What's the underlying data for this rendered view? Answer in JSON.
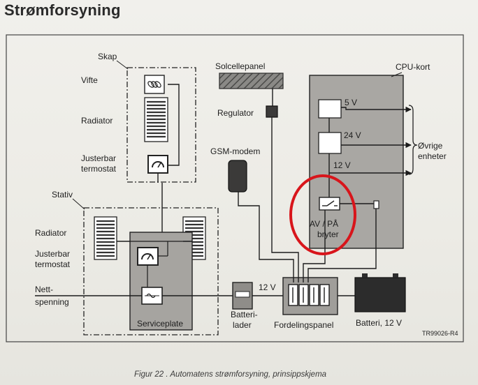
{
  "title": "Strømforsyning",
  "caption": "Figur 22 .  Automatens strømforsyning, prinsippskjema",
  "drawing_code": "TR99026-R4",
  "labels": {
    "skap": "Skap",
    "vifte": "Vifte",
    "radiator_skap": "Radiator",
    "justerbar_skap_1": "Justerbar",
    "justerbar_skap_2": "termostat",
    "stativ": "Stativ",
    "radiator_stativ": "Radiator",
    "justerbar_stativ_1": "Justerbar",
    "justerbar_stativ_2": "termostat",
    "nett_1": "Nett-",
    "nett_2": "spenning",
    "serviceplate": "Serviceplate",
    "solcellepanel": "Solcellepanel",
    "regulator": "Regulator",
    "gsm_modem": "GSM-modem",
    "cpu_kort": "CPU-kort",
    "v5": "5 V",
    "v24": "24 V",
    "v12_cpu": "12 V",
    "ovrige_1": "Øvrige",
    "ovrige_2": "enheter",
    "av_pa_1": "AV / PÅ",
    "av_pa_2": "bryter",
    "v12_line": "12 V",
    "batterilader_1": "Batteri-",
    "batterilader_2": "lader",
    "fordelingspanel": "Fordelingspanel",
    "batteri": "Batteri, 12 V"
  },
  "colors": {
    "highlight_circle": "#d8151b",
    "panel_fill": "#aaa8a4",
    "line": "#1c1c1c"
  }
}
